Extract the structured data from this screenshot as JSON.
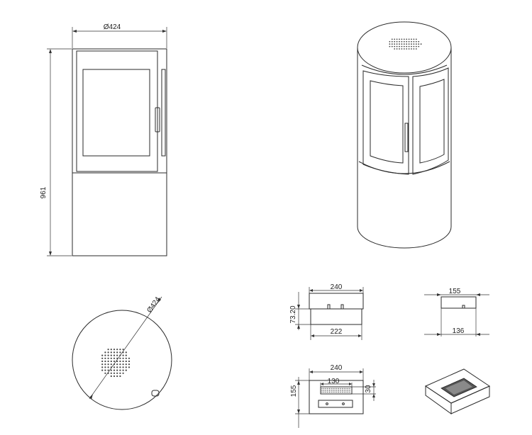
{
  "front_view": {
    "width_label": "Ø424",
    "height_label": "961"
  },
  "top_view": {
    "diameter_label": "Ø424"
  },
  "insert_front": {
    "width_top_label": "240",
    "width_bottom_label": "222",
    "height_label": "73.20"
  },
  "insert_side": {
    "width_top_label": "155",
    "width_bottom_label": "136"
  },
  "insert_top": {
    "width_label": "240",
    "inner_width_label": "130",
    "height_label": "155",
    "inner_height_label": "30"
  }
}
